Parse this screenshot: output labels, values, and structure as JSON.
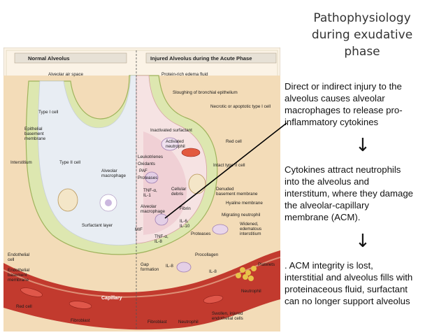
{
  "title_lines": [
    "Pathophysiology",
    "during exudative",
    "phase"
  ],
  "paragraphs": [
    {
      "lines": [
        "Direct or indirect injury to the",
        "alveolus causes alveolar",
        "macrophages to release pro-",
        "inflammatory cytokines"
      ]
    },
    {
      "lines": [
        " Cytokines attract neutrophils",
        "into the alveolus and",
        "interstitum, where they damage",
        "the alveolar-capillary",
        "membrane (ACM)."
      ]
    },
    {
      "lines": [
        " . ACM integrity is lost,",
        "interstitial and alveolus fills with",
        "proteinaceous fluid, surfactant",
        "can no longer support alveolus"
      ]
    }
  ],
  "arrow_glyph": "↓",
  "figure": {
    "header_left": "Normal Alveolus",
    "header_right": "Injured Alveolus during the Acute Phase",
    "labels": {
      "alveolar_air_space": "Alveolar air space",
      "type1": "Type I cell",
      "epithelial": [
        "Epithelial",
        "basement",
        "membrane"
      ],
      "interstitium": "Interstitium",
      "type2": "Type II cell",
      "alv_macro": [
        "Alveolar",
        "macrophage"
      ],
      "surfactant": "Surfactant layer",
      "endothelial": [
        "Endothelial",
        "cell"
      ],
      "endo_bm": [
        "Endothelial",
        "basement",
        "membrane"
      ],
      "red_cell_left": "Red cell",
      "capillary": "Capillary",
      "fibroblast_left": "Fibroblast",
      "edema": "Protein-rich edema fluid",
      "sloughing": "Sloughing of bronchial epithelium",
      "necrotic": "Necrotic or apoptotic type I cell",
      "inactivated": "Inactivated surfactant",
      "red_cell_right": "Red cell",
      "activated_neut": [
        "Activated",
        "neutrophil"
      ],
      "leukotrienes": "Leukotrienes",
      "oxidants": "Oxidants",
      "paf": "PAF",
      "proteases_left": "Proteases",
      "intact_type2": "Intact type II cell",
      "tnf_il1": [
        "TNF-α,",
        "IL-1"
      ],
      "cellular_debris": [
        "Cellular",
        "debris"
      ],
      "denuded": [
        "Denuded",
        "basement membrane"
      ],
      "hyaline": "Hyaline membrane",
      "alv_macro_right": [
        "Alveolar",
        "macrophage"
      ],
      "fibrin": "Fibrin",
      "il6_il10": [
        "IL-6,",
        "IL-10"
      ],
      "migrating_neut": "Migrating neutrophil",
      "mif": "MIF",
      "proteases_right": "Proteases",
      "widened": [
        "Widened,",
        "edematous",
        "interstitium"
      ],
      "tnf_il8": [
        "TNF-α,",
        "IL-8"
      ],
      "procollagen": "Procollagen",
      "gap": [
        "Gap",
        "formation"
      ],
      "il8_a": "IL-8",
      "il8_b": "IL-8",
      "neutrophil_mid": "Neutrophil",
      "platelets": "Platelets",
      "swollen": [
        "Swollen, injured",
        "endothelial cells"
      ],
      "fibroblast_right": "Fibroblast",
      "neutrophil_bottom": "Neutrophil"
    }
  },
  "colors": {
    "capillary": "#c23a2e",
    "interstitium": "#f1d3a6",
    "membrane": "#dde7b0",
    "air_space": "#e8edf3",
    "figure_bg": "#fbf3e6"
  }
}
